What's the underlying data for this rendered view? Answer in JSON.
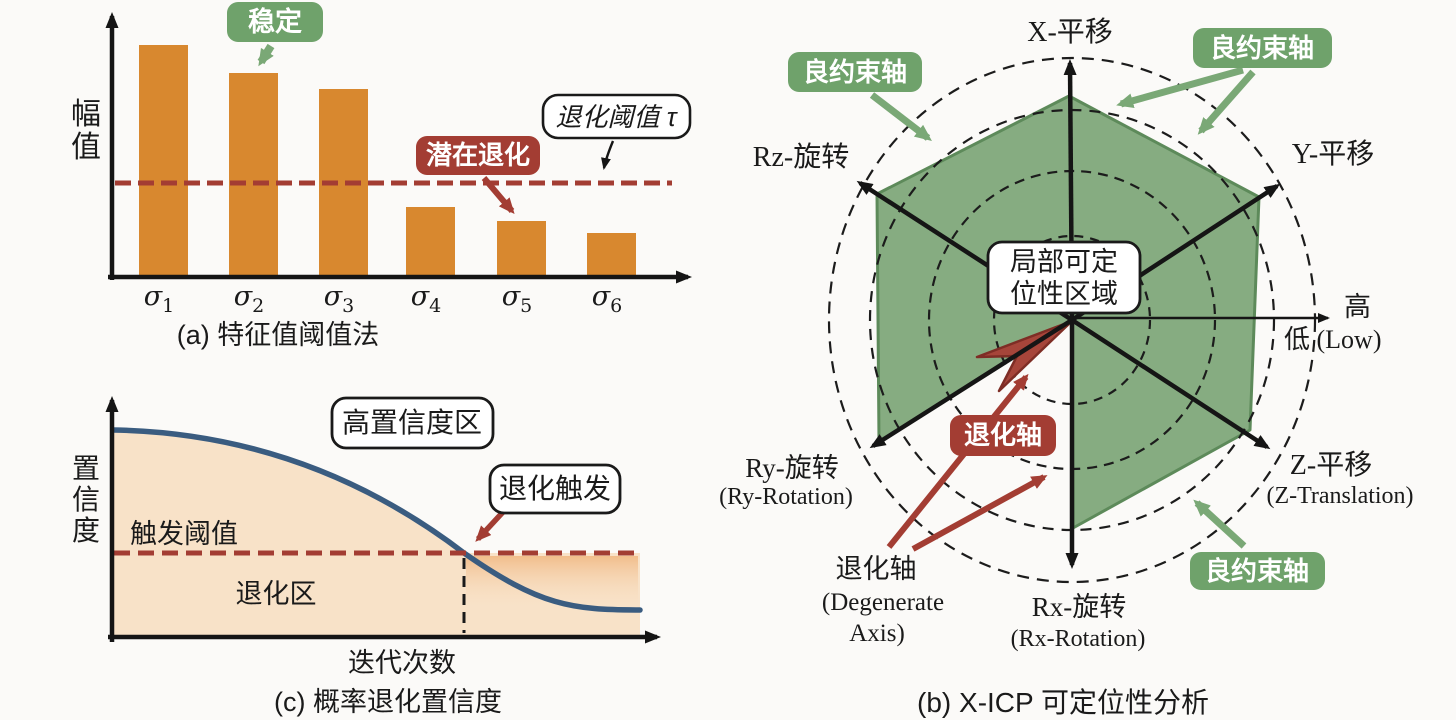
{
  "figure": {
    "background": "#fbfaf8",
    "colors": {
      "bar_orange": "#d8882f",
      "brick_red": "#a33d33",
      "dark_red_edge": "#7e2d25",
      "box_green": "#6fa26b",
      "arrow_green": "#7aa876",
      "polygon_green": "#7fa87a",
      "polygon_edge_green": "#5d8a5a",
      "curve_blue": "#3a5c80",
      "area_peach": "#f8e2c8",
      "axis_black": "#151515"
    },
    "panel_a": {
      "caption": "(a) 特征值阈值法",
      "y_axis_label": "幅值",
      "stable_label": "稳定",
      "potential_label": "潜在退化",
      "threshold_label": "退化阈值 τ"
    },
    "panel_c": {
      "caption": "(c) 概率退化置信度",
      "y_axis_label": "置信度",
      "x_axis_label": "迭代次数",
      "high_confidence_label": "高置信度区",
      "trigger_label": "退化触发",
      "threshold_label": "触发阈值",
      "degraded_label": "退化区"
    },
    "panel_b": {
      "caption": "(b) X-ICP 可定位性分析",
      "axes": {
        "x_translation": "X-平移",
        "y_translation": "Y-平移",
        "z_translation": "Z-平移",
        "z_translation_en": "(Z-Translation)",
        "rx_rotation": "Rx-旋转",
        "rx_rotation_en": "(Rx-Rotation)",
        "ry_rotation": "Ry-旋转",
        "ry_rotation_en": "(Ry-Rotation)",
        "rz_rotation": "Rz-旋转"
      },
      "scale_high": "高",
      "scale_low": "低 (Low)",
      "center_box_line1": "局部可定",
      "center_box_line2": "位性区域",
      "well_constrained_label": "良约束轴",
      "degenerate_box_label": "退化轴",
      "degenerate_label_zh": "退化轴",
      "degenerate_label_en1": "(Degenerate",
      "degenerate_label_en2": "Axis)"
    }
  },
  "chart_data": [
    {
      "type": "bar",
      "subplot": "a",
      "title": "(a) 特征值阈值法",
      "ylabel": "幅值",
      "xlabel": "",
      "categories": [
        "σ1",
        "σ2",
        "σ3",
        "σ4",
        "σ5",
        "σ6"
      ],
      "values": [
        1.0,
        0.88,
        0.81,
        0.3,
        0.24,
        0.19
      ],
      "threshold": {
        "label": "退化阈值 τ",
        "value": 0.41
      },
      "annotations": [
        {
          "label": "稳定",
          "target": "σ2",
          "color": "#6fa26b"
        },
        {
          "label": "潜在退化",
          "target": "σ5",
          "color": "#a33d33"
        }
      ],
      "bar_color": "#d8882f",
      "grid": false,
      "ylim": [
        0,
        1.1
      ]
    },
    {
      "type": "area",
      "subplot": "c",
      "title": "(c) 概率退化置信度",
      "xlabel": "迭代次数",
      "ylabel": "置信度",
      "points": [
        [
          0,
          0.84
        ],
        [
          0.15,
          0.83
        ],
        [
          0.3,
          0.76
        ],
        [
          0.45,
          0.63
        ],
        [
          0.6,
          0.45
        ],
        [
          0.67,
          0.34
        ],
        [
          0.78,
          0.2
        ],
        [
          0.9,
          0.12
        ],
        [
          1,
          0.11
        ]
      ],
      "threshold": {
        "label": "触发阈值",
        "value": 0.34
      },
      "trigger_x": 0.67,
      "region_labels": [
        "高置信度区",
        "退化区"
      ],
      "trigger_annotation": "退化触发",
      "line_color": "#3a5c80",
      "fill_color": "#f8e2c8",
      "grid": false,
      "ylim": [
        0,
        1
      ]
    },
    {
      "type": "radar",
      "subplot": "b",
      "title": "(b) X-ICP 可定位性分析",
      "axes": [
        "X-平移",
        "Y-平移",
        "Z-平移",
        "Rx-旋转",
        "Ry-旋转",
        "Rz-旋转"
      ],
      "values": [
        0.86,
        0.86,
        0.81,
        0.79,
        0.87,
        0.89
      ],
      "degenerate_axis": "Ry-旋转",
      "degenerate_notch_to_center": true,
      "rings": 4,
      "scale": {
        "high": "高",
        "low": "低 (Low)"
      },
      "legend_labels": {
        "well_constrained": "良约束轴",
        "degenerate": "退化轴",
        "center_region": "局部可定位性区域"
      }
    }
  ]
}
